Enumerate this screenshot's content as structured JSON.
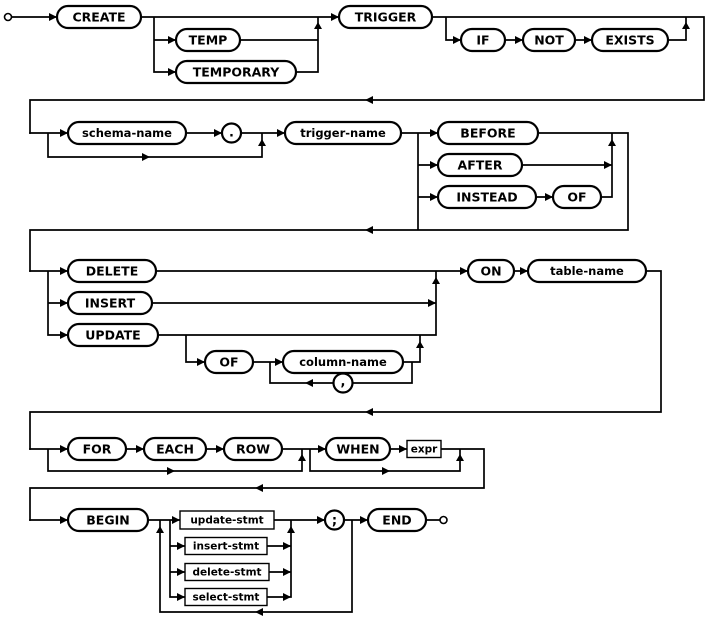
{
  "diagram": {
    "description": "railroad syntax diagram for CREATE TRIGGER statement",
    "colors": {
      "background": "#ffffff",
      "line": "#000000",
      "box_fill": "#ffffff",
      "text": "#000000"
    },
    "nodes": {
      "create": {
        "label": "CREATE",
        "kind": "keyword"
      },
      "temp": {
        "label": "TEMP",
        "kind": "keyword"
      },
      "temporary": {
        "label": "TEMPORARY",
        "kind": "keyword"
      },
      "trigger": {
        "label": "TRIGGER",
        "kind": "keyword"
      },
      "if_kw": {
        "label": "IF",
        "kind": "keyword"
      },
      "not_kw": {
        "label": "NOT",
        "kind": "keyword"
      },
      "exists": {
        "label": "EXISTS",
        "kind": "keyword"
      },
      "schema_name": {
        "label": "schema-name",
        "kind": "name"
      },
      "dot": {
        "label": ".",
        "kind": "literal"
      },
      "trigger_name": {
        "label": "trigger-name",
        "kind": "name"
      },
      "before": {
        "label": "BEFORE",
        "kind": "keyword"
      },
      "after": {
        "label": "AFTER",
        "kind": "keyword"
      },
      "instead": {
        "label": "INSTEAD",
        "kind": "keyword"
      },
      "instead_of": {
        "label": "OF",
        "kind": "keyword"
      },
      "delete_kw": {
        "label": "DELETE",
        "kind": "keyword"
      },
      "insert_kw": {
        "label": "INSERT",
        "kind": "keyword"
      },
      "update_kw": {
        "label": "UPDATE",
        "kind": "keyword"
      },
      "update_of": {
        "label": "OF",
        "kind": "keyword"
      },
      "column_name": {
        "label": "column-name",
        "kind": "name"
      },
      "comma": {
        "label": ",",
        "kind": "literal"
      },
      "on_kw": {
        "label": "ON",
        "kind": "keyword"
      },
      "table_name": {
        "label": "table-name",
        "kind": "name"
      },
      "for_kw": {
        "label": "FOR",
        "kind": "keyword"
      },
      "each": {
        "label": "EACH",
        "kind": "keyword"
      },
      "row": {
        "label": "ROW",
        "kind": "keyword"
      },
      "when": {
        "label": "WHEN",
        "kind": "keyword"
      },
      "expr": {
        "label": "expr",
        "kind": "ref"
      },
      "begin": {
        "label": "BEGIN",
        "kind": "keyword"
      },
      "update_stmt": {
        "label": "update-stmt",
        "kind": "ref"
      },
      "insert_stmt": {
        "label": "insert-stmt",
        "kind": "ref"
      },
      "delete_stmt": {
        "label": "delete-stmt",
        "kind": "ref"
      },
      "select_stmt": {
        "label": "select-stmt",
        "kind": "ref"
      },
      "semicolon": {
        "label": ";",
        "kind": "literal"
      },
      "end_kw": {
        "label": "END",
        "kind": "keyword"
      }
    }
  }
}
